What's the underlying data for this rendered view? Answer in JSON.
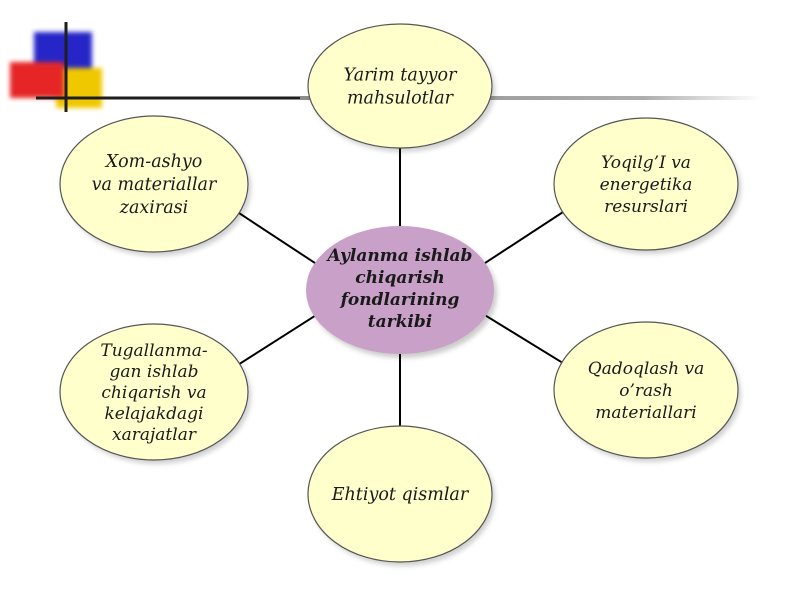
{
  "diagram": {
    "center": {
      "lines": [
        "Aylanma ishlab",
        "chiqarish",
        "fondlarining",
        "tarkibi"
      ],
      "fill": "#c8a0c8"
    },
    "nodes": [
      {
        "id": "yarim-tayyor-mahsulotlar",
        "lines": [
          "Yarim tayyor",
          "mahsulotlar"
        ]
      },
      {
        "id": "yoqilgi-va-energetika-resurslari",
        "lines": [
          "Yoqilg’I va",
          "energetika",
          "resurslari"
        ]
      },
      {
        "id": "qadoqlash-va-orash-materiallari",
        "lines": [
          "Qadoqlash va",
          "o’rash",
          "materiallari"
        ]
      },
      {
        "id": "ehtiyot-qismlar",
        "lines": [
          "Ehtiyot qismlar"
        ]
      },
      {
        "id": "tugallanmagan-ishlab-chiqarish",
        "lines": [
          "Tugallanma-",
          "gan ishlab",
          "chiqarish va",
          "kelajakdagi",
          "xarajatlar"
        ]
      },
      {
        "id": "xom-ashyo-va-materiallar-zaxirasi",
        "lines": [
          "Xom-ashyo",
          "va materiallar",
          "zaxirasi"
        ]
      }
    ],
    "colors": {
      "node_fill": "#ffffcc",
      "node_stroke": "#555555",
      "connector": "#000000",
      "deco_blue": "#2828c8",
      "deco_red": "#e62828",
      "deco_yellow": "#f0c800",
      "deco_line": "#1e1e1e",
      "header_rule": "#8c8c8c"
    }
  }
}
